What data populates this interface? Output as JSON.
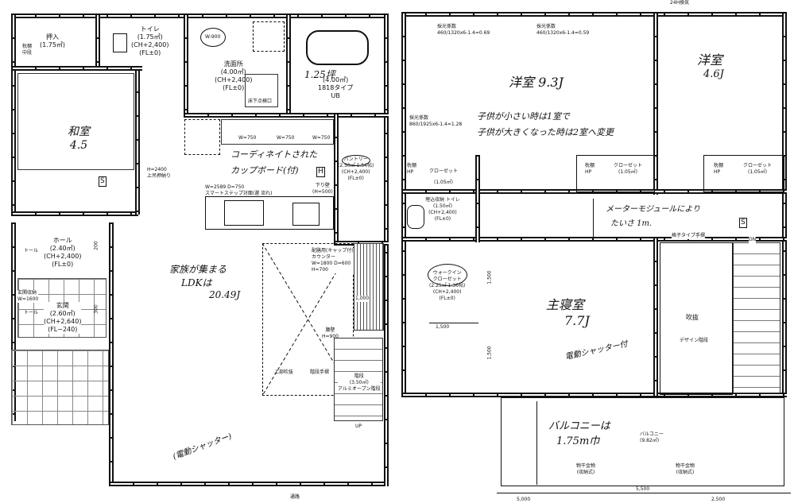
{
  "floor1": {
    "rooms": {
      "oshiire": {
        "name": "押入",
        "area": "(1.75㎡)"
      },
      "makura": {
        "line1": "枕棚",
        "line2": "中段"
      },
      "toilet": {
        "name": "トイレ",
        "area": "(1.75㎡)",
        "ch": "(CH+2,400)",
        "fl": "(FL±0)"
      },
      "senmen": {
        "name": "洗面所",
        "area": "(4.00㎡)",
        "ch": "(CH+2,400)",
        "fl": "(FL±0)",
        "washer": "W-900",
        "hatch": "床下点検口"
      },
      "bath": {
        "handwritten": "1.25坪",
        "area": "(4.00㎡)",
        "type": "1818タイプ",
        "ub": "UB"
      },
      "washitsu": {
        "handwritten_name": "和室",
        "handwritten_size": "4.5"
      },
      "h2400": {
        "line1": "H=2400",
        "line2": "上吊押納り"
      },
      "cupboard": {
        "w1": "W=750",
        "w2": "W=750",
        "w3": "W=750",
        "handwritten1": "コーディネイトされた",
        "handwritten2": "カップボード(付)"
      },
      "kitchen": {
        "spec1": "W=2589  D=750",
        "spec2": "スマートステップ対面(選 流れ)",
        "sagari": "下り壁",
        "sagari_h": "(H=500)"
      },
      "pantry": {
        "name": "パントリー",
        "area": "(2.50㎡ 1.54帖)",
        "ch": "(CH+2,400)",
        "fl": "(FL±0)"
      },
      "hall": {
        "name": "ホール",
        "area": "(2.40㎡)",
        "ch": "(CH+2,400)",
        "fl": "(FL±0)",
        "dim": "200"
      },
      "genkan": {
        "name": "玄関",
        "area": "(2.60㎡)",
        "ch": "(CH+2,640)",
        "fl": "(FL−240)",
        "shoebox": "玄関収納",
        "shoebox_w": "W=1600",
        "tall1": "トール",
        "tall2": "トール",
        "dim": "300"
      },
      "ldk": {
        "handwritten1": "家族が集まる",
        "handwritten2": "LDKは",
        "handwritten3": "20.49J",
        "shutter": "(電動シャッター)"
      },
      "counter": {
        "line1": "配膳用(キャップ付)",
        "line2": "カウンター",
        "line3": "W=1800 D=600",
        "line4": "H=700"
      },
      "koshikabe": {
        "line1": "腰壁",
        "line2": "H=900",
        "dim": "1,000"
      },
      "fukinuke_upper": "上部吹抜",
      "stair_rail": "階段手摺",
      "stair": {
        "name": "階段",
        "area": "(3.50㎡)",
        "type": "アルミオープン階段",
        "up": "UP"
      },
      "entrance": "通路"
    }
  },
  "floor2": {
    "rooms": {
      "youshitsu1": {
        "handwritten": "洋室 9.3J",
        "saikou1": "採光係数",
        "saikou1_val": "460/1320x6-1.4=0.69",
        "saikou2": "採光係数",
        "saikou2_val": "460/1320x6-1.4=0.59",
        "saikou3": "採光係数",
        "saikou3_val": "860/1925x6-1.4=1.28",
        "note1": "子供が小さい時は1室で",
        "note2": "子供が大きくなった時は2室へ変更"
      },
      "youshitsu2": {
        "handwritten_name": "洋室",
        "handwritten_size": "4.6J",
        "top_label": "24H換気"
      },
      "closet1": {
        "line1": "枕棚",
        "line2": "HP",
        "name": "クローゼット",
        "area": "(1.05㎡)"
      },
      "closet2": {
        "line1": "枕棚",
        "line2": "HP",
        "name": "クローゼット",
        "area": "(1.05㎡)"
      },
      "closet3": {
        "line1": "枕棚",
        "line2": "HP",
        "name": "クローゼット",
        "area": "(1.05㎡)"
      },
      "toilet2": {
        "name": "埋込収納 トイレ",
        "area": "(1.50㎡)",
        "ch": "(CH+2,400)",
        "fl": "(FL±0)"
      },
      "meter_note1": "メーターモジュールにより",
      "meter_note2": "たいさ 1m.",
      "wic": {
        "name1": "ウォークイン",
        "name2": "クローゼット",
        "area": "(2.25㎡ 1.36帖)",
        "ch": "(CH+2,400)",
        "fl": "(FL±0)",
        "dim": "1,500"
      },
      "master": {
        "handwritten_name": "主寝室",
        "handwritten_size": "7.7J",
        "shutter": "電動シャッター付",
        "dim1": "1,500",
        "dim2": "1,500"
      },
      "koushi": "格子タイプ手摺",
      "fukinuke": "吹抜",
      "design_stair": "デザイン階段",
      "dn": "DN",
      "balcony": {
        "name": "バルコニー",
        "area": "(9.82㎡)",
        "handwritten1": "バルコニーは",
        "handwritten2": "1.75m巾",
        "hanger1": "物干金物",
        "hanger1_type": "(収納式)",
        "hanger2": "物干金物",
        "hanger2_type": "(収納式)"
      },
      "dims": {
        "total": "5,500",
        "left": "5,000",
        "right": "2,500"
      }
    }
  },
  "icons": {
    "s_outlet": "S",
    "h_outlet": "H"
  }
}
